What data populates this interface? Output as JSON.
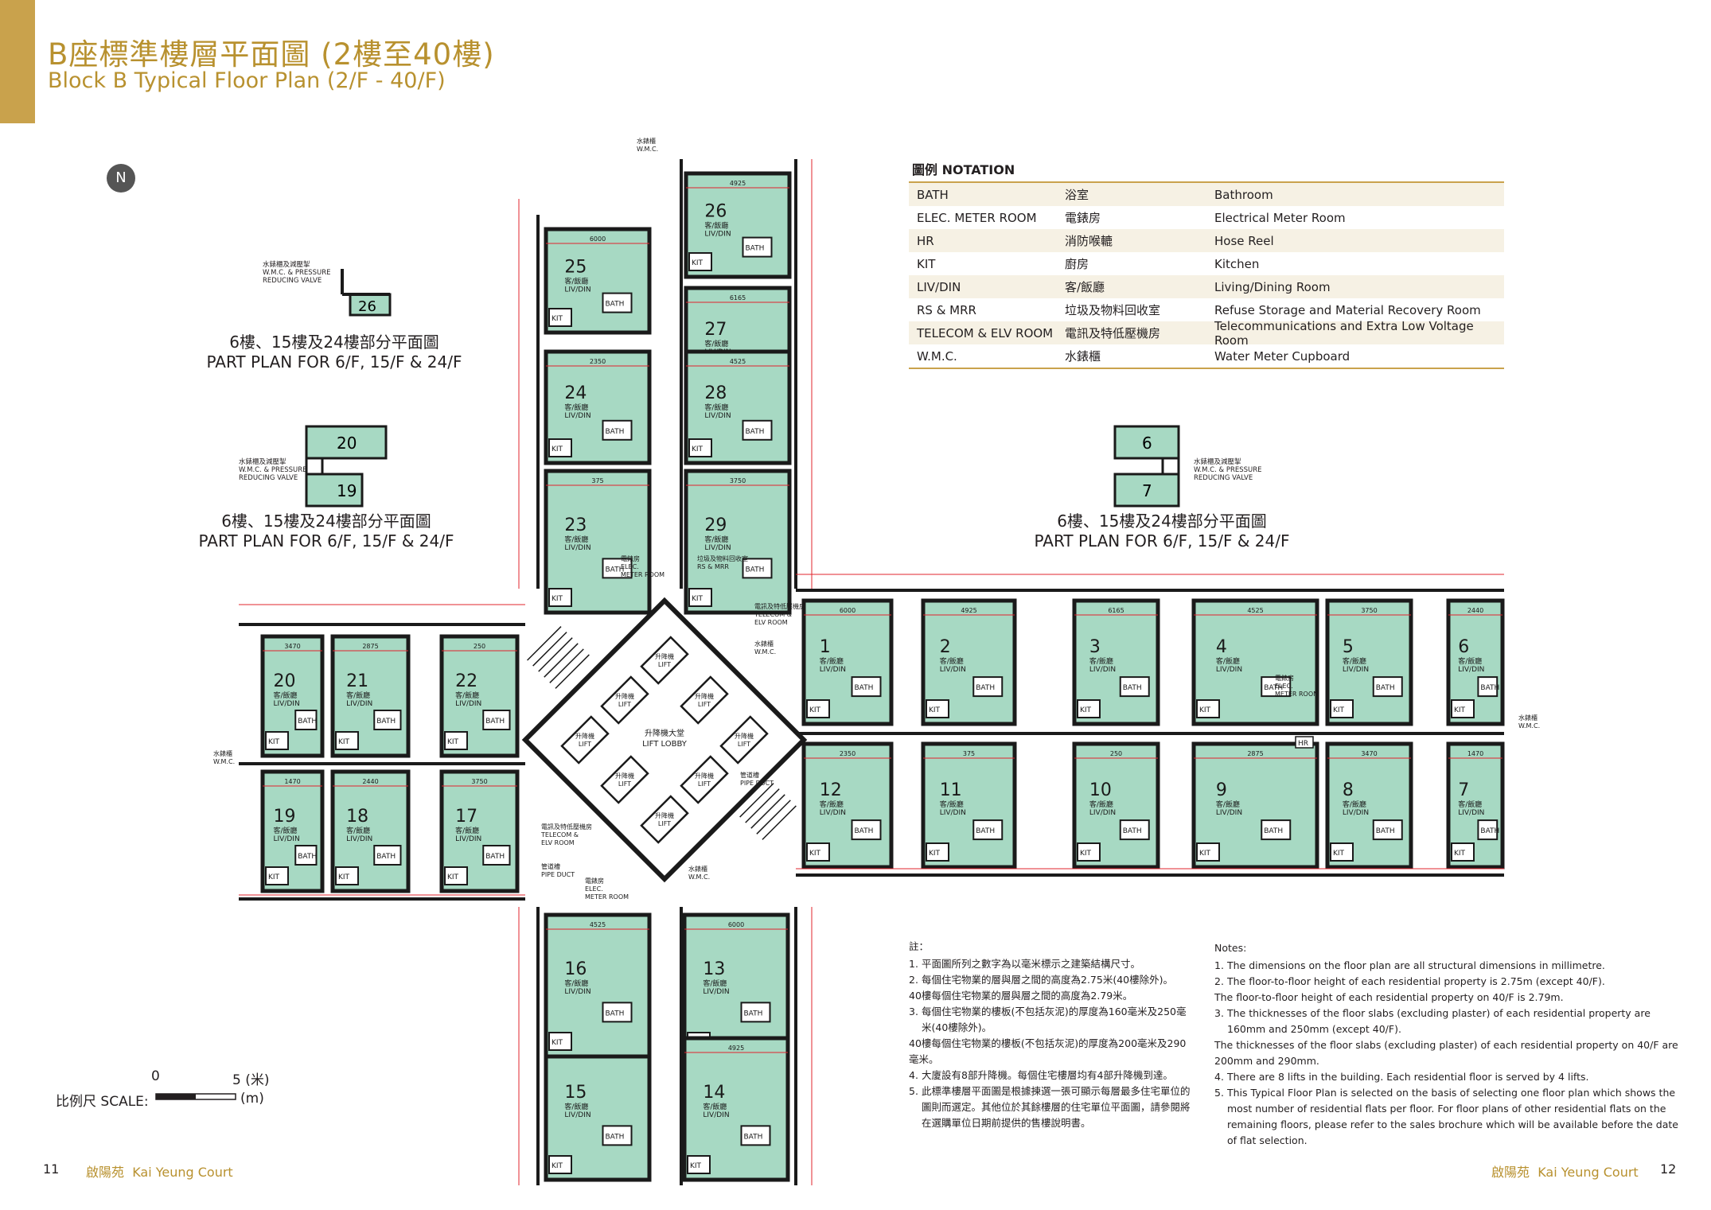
{
  "header": {
    "title_zh": "B座標準樓層平面圖 (2樓至40樓)",
    "title_en": "Block B Typical Floor Plan (2/F - 40/F)"
  },
  "north_symbol": "N",
  "part_plans": {
    "label_zh": "6樓、15樓及24樓部分平面圖",
    "label_en": "PART PLAN FOR 6/F, 15/F & 24/F",
    "valve_zh": "水錶櫃及減壓掣",
    "valve_en1": "W.M.C. & PRESSURE",
    "valve_en2": "REDUCING VALVE",
    "units": [
      "26",
      "20",
      "19",
      "6",
      "7"
    ]
  },
  "notation": {
    "heading": "圖例 NOTATION",
    "rows": [
      {
        "abbr": "BATH",
        "zh": "浴室",
        "en": "Bathroom"
      },
      {
        "abbr": "ELEC. METER ROOM",
        "zh": "電錶房",
        "en": "Electrical Meter Room"
      },
      {
        "abbr": "HR",
        "zh": "消防喉轆",
        "en": "Hose Reel"
      },
      {
        "abbr": "KIT",
        "zh": "廚房",
        "en": "Kitchen"
      },
      {
        "abbr": "LIV/DIN",
        "zh": "客/飯廳",
        "en": "Living/Dining Room"
      },
      {
        "abbr": "RS & MRR",
        "zh": "垃圾及物料回收室",
        "en": "Refuse Storage and Material Recovery Room"
      },
      {
        "abbr": "TELECOM & ELV ROOM",
        "zh": "電訊及特低壓機房",
        "en": "Telecommunications and Extra Low Voltage Room"
      },
      {
        "abbr": "W.M.C.",
        "zh": "水錶櫃",
        "en": "Water Meter Cupboard"
      }
    ]
  },
  "plan": {
    "liv_zh": "客/飯廳",
    "liv_en": "LIV/DIN",
    "bath": "BATH",
    "kit": "KIT",
    "lift_zh": "升降機",
    "lift_en": "LIFT",
    "lobby_zh": "升降機大堂",
    "lobby_en": "LIFT LOBBY",
    "hr": "HR",
    "units": [
      "1",
      "2",
      "3",
      "4",
      "5",
      "6",
      "7",
      "8",
      "9",
      "10",
      "11",
      "12",
      "13",
      "14",
      "15",
      "16",
      "17",
      "18",
      "19",
      "20",
      "21",
      "22",
      "23",
      "24",
      "25",
      "26",
      "27",
      "28",
      "29"
    ],
    "rooms": {
      "wmc_zh": "水錶櫃",
      "wmc_en": "W.M.C.",
      "telecom_zh": "電訊及特低壓機房",
      "telecom_en1": "TELECOM &",
      "telecom_en2": "ELV ROOM",
      "elec_zh": "電錶房",
      "elec_en1": "ELEC.",
      "elec_en2": "METER ROOM",
      "pipe_zh": "管道槽",
      "pipe_en": "PIPE DUCT",
      "rs_zh": "垃圾及物料回收室",
      "rs_en": "RS & MRR"
    },
    "dims": [
      "6000",
      "4925",
      "6165",
      "4525",
      "3750",
      "2440",
      "1470",
      "3470",
      "2875",
      "250",
      "375",
      "2350"
    ]
  },
  "notes_zh": {
    "heading": "註：",
    "items": [
      "平面圖所列之數字為以毫米標示之建築結構尺寸。",
      "每個住宅物業的層與層之間的高度為2.75米(40樓除外)。",
      "40樓每個住宅物業的層與層之間的高度為2.79米。",
      "每個住宅物業的樓板(不包括灰泥)的厚度為160毫米及250毫米(40樓除外)。",
      "40樓每個住宅物業的樓板(不包括灰泥)的厚度為200毫米及290毫米。",
      "大廈設有8部升降機。每個住宅樓層均有4部升降機到達。",
      "此標準樓層平面圖是根據揀選一張可顯示每層最多住宅單位的圖則而選定。其他位於其餘樓層的住宅單位平面圖，請參閱將在選購單位日期前提供的售樓說明書。"
    ]
  },
  "notes_en": {
    "heading": "Notes:",
    "items": [
      "The dimensions on the floor plan are all structural dimensions in millimetre.",
      "The floor-to-floor height of each residential property is 2.75m (except 40/F).",
      "The floor-to-floor height of each residential property on 40/F is 2.79m.",
      "The thicknesses of the floor slabs (excluding plaster) of each residential property are 160mm and 250mm (except 40/F).",
      "The thicknesses of the floor slabs (excluding plaster) of each residential property on 40/F are 200mm and 290mm.",
      "There are 8 lifts in the building. Each residential floor is served by 4 lifts.",
      "This Typical Floor Plan is selected on the basis of selecting one floor plan which shows the most number of residential flats per floor. For floor plans of other residential flats on the remaining floors, please refer to the sales brochure which will be available before the date of flat selection."
    ]
  },
  "scale": {
    "label": "比例尺 SCALE:",
    "zero": "0",
    "five": "5 (米)",
    "unit": "(m)"
  },
  "footer": {
    "page_left": "11",
    "page_right": "12",
    "estate_zh": "啟陽苑",
    "estate_en": "Kai Yeung Court"
  },
  "colors": {
    "gold": "#c9a24c",
    "unit_fill": "#a7d9c3",
    "wall": "#1a1a1a",
    "dim": "#e0242c"
  }
}
